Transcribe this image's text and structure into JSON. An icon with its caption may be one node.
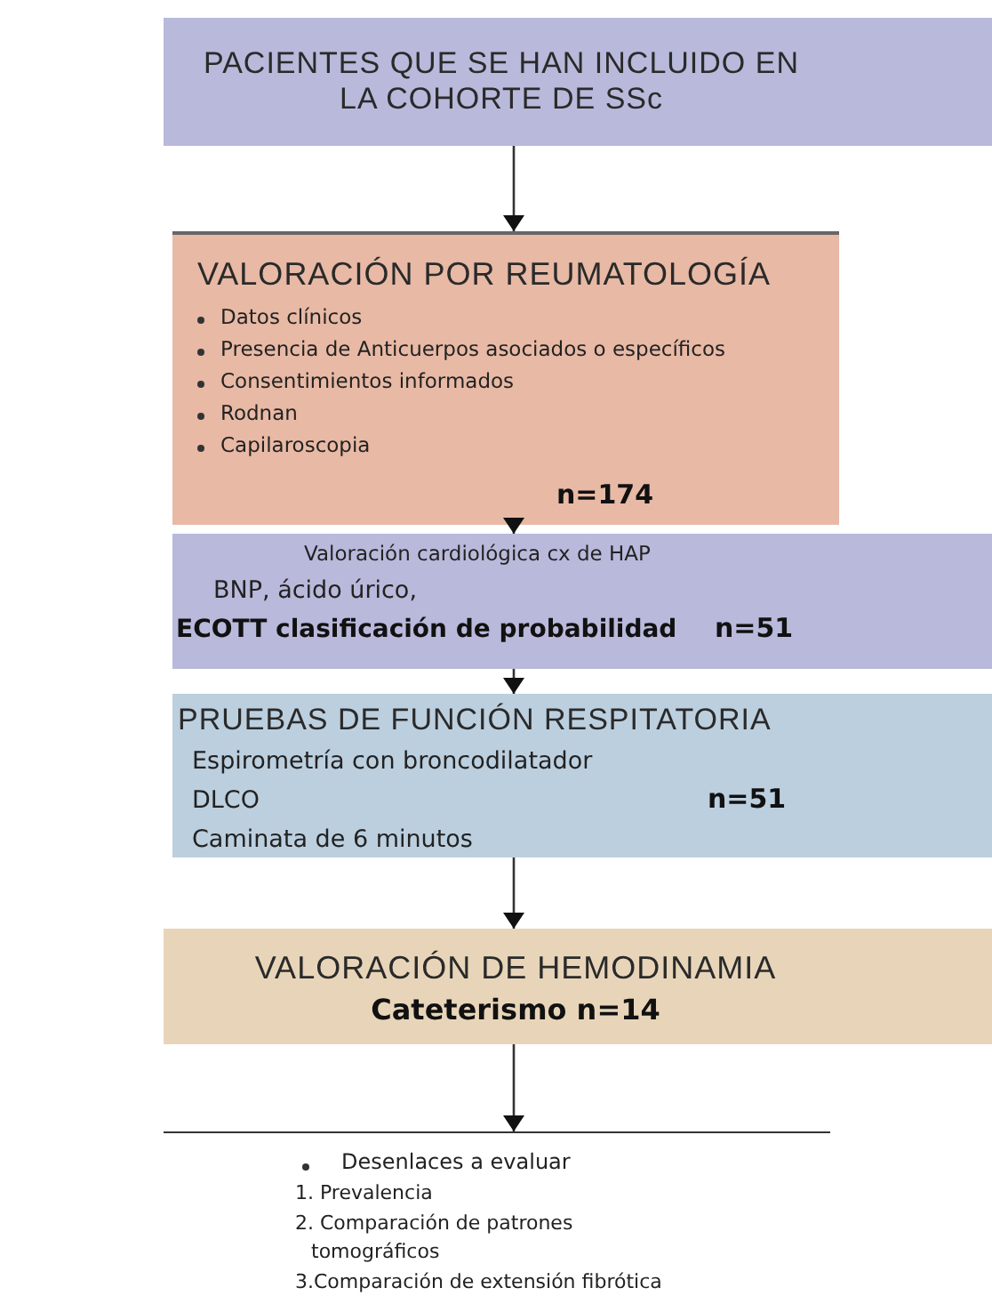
{
  "diagram": {
    "nodes": [
      {
        "text": [
          "PACIENTES QUE SE HAN INCLUIDO EN LA COHORTE DE SSc"
        ]
      },
      {
        "text": [
          "VALORACIÓN POR REUMATOLOGÍA",
          "Datos clínicos",
          "Presencia de Anticuerpos asociados o específicos",
          "Consentimientos informados",
          "Rodnan",
          "Capilaroscopia",
          "n=174"
        ]
      },
      {
        "text": [
          "Valoración cardiológica cx de HAP",
          "BNP, ácido úrico,",
          "ECOTT clasificación de probabilidad",
          "n=51"
        ]
      },
      {
        "text": [
          "PRUEBAS DE FUNCIÓN RESPITATORIA",
          "Espirometría con broncodilatador",
          "DLCO",
          "Caminata de 6 minutos",
          "n=51"
        ]
      },
      {
        "text": [
          "VALORACIÓN DE HEMODINAMIA",
          "Cateterismo n=14"
        ]
      },
      {
        "text": [
          "Desenlaces a evaluar",
          "1. Prevalencia",
          "2. Comparación de patrones tomográficos",
          "3.Comparación de extensión fibrótica"
        ]
      }
    ],
    "edges": [
      {
        "from": 0,
        "to": 1,
        "arrow": "to"
      },
      {
        "from": 1,
        "to": 2,
        "arrow": "to"
      },
      {
        "from": 2,
        "to": 3,
        "arrow": "to"
      },
      {
        "from": 3,
        "to": 4,
        "arrow": "to"
      },
      {
        "from": 4,
        "to": 5,
        "arrow": "to"
      }
    ]
  }
}
